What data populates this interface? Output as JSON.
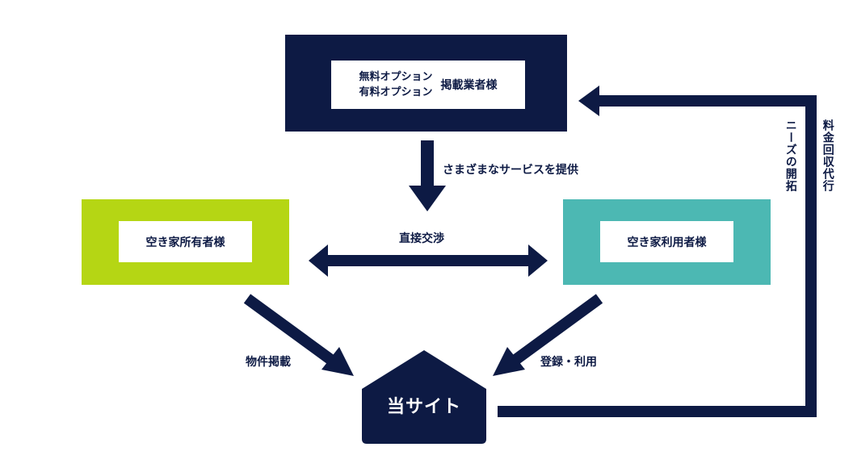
{
  "colors": {
    "navy": "#0d1a44",
    "owner_green": "#b5d614",
    "user_teal": "#4cb8b3",
    "white": "#ffffff"
  },
  "top_box": {
    "option_free": "無料オプション",
    "option_paid": "有料オプション",
    "label": "掲載業者様"
  },
  "owner_box": {
    "label": "空き家所有者様"
  },
  "user_box": {
    "label": "空き家利用者様"
  },
  "site": {
    "label": "当サイト"
  },
  "edges": {
    "provide_services": "さまざまなサービスを提供",
    "direct_negotiation": "直接交渉",
    "listing": "物件掲載",
    "register_use": "登録・利用",
    "market_development": "ニーズの開拓",
    "fee_collection": "料金回収代行"
  }
}
